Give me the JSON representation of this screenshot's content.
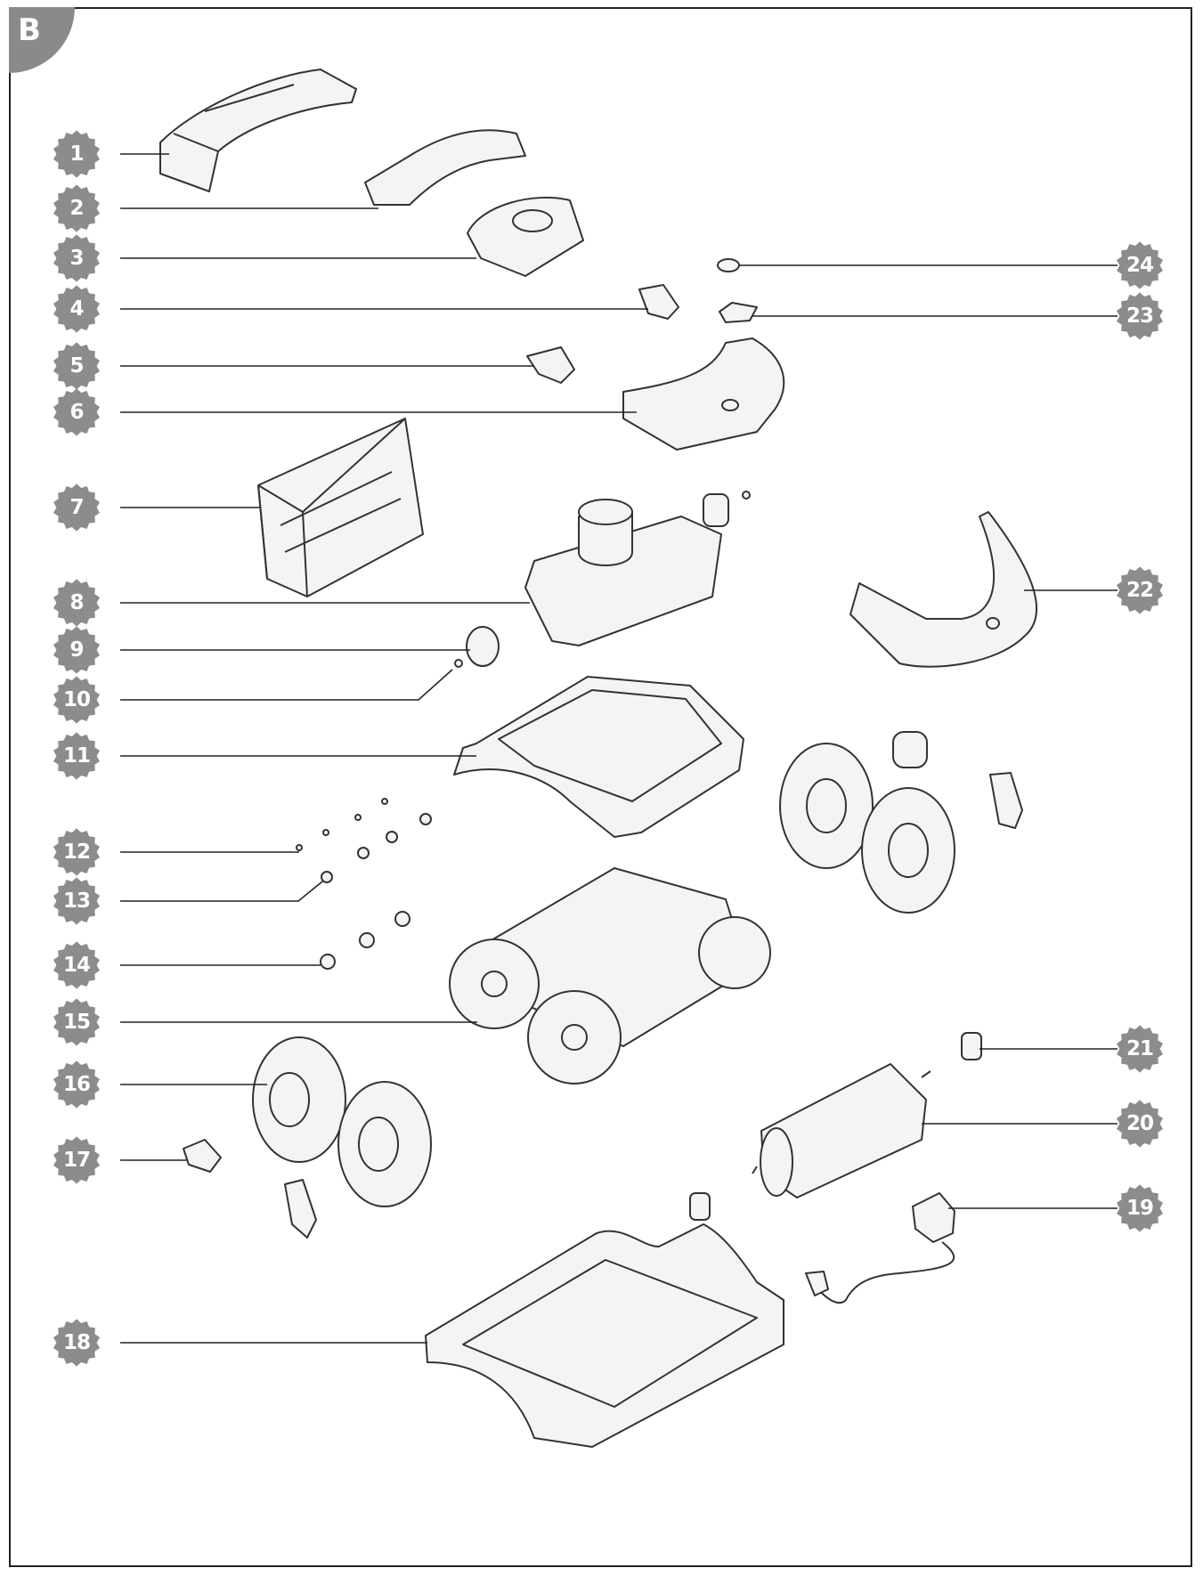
{
  "figure": {
    "section_letter": "B",
    "colors": {
      "badge": "#8c8c8c",
      "badge_text": "#ffffff",
      "line": "#222222",
      "part_stroke": "#333333",
      "part_fill": "#f4f4f4"
    },
    "callouts": [
      {
        "id": 1,
        "label": "1"
      },
      {
        "id": 2,
        "label": "2"
      },
      {
        "id": 3,
        "label": "3"
      },
      {
        "id": 4,
        "label": "4"
      },
      {
        "id": 5,
        "label": "5"
      },
      {
        "id": 6,
        "label": "6"
      },
      {
        "id": 7,
        "label": "7"
      },
      {
        "id": 8,
        "label": "8"
      },
      {
        "id": 9,
        "label": "9"
      },
      {
        "id": 10,
        "label": "10"
      },
      {
        "id": 11,
        "label": "11"
      },
      {
        "id": 12,
        "label": "12"
      },
      {
        "id": 13,
        "label": "13"
      },
      {
        "id": 14,
        "label": "14"
      },
      {
        "id": 15,
        "label": "15"
      },
      {
        "id": 16,
        "label": "16"
      },
      {
        "id": 17,
        "label": "17"
      },
      {
        "id": 18,
        "label": "18"
      },
      {
        "id": 19,
        "label": "19"
      },
      {
        "id": 20,
        "label": "20"
      },
      {
        "id": 21,
        "label": "21"
      },
      {
        "id": 22,
        "label": "22"
      },
      {
        "id": 23,
        "label": "23"
      },
      {
        "id": 24,
        "label": "24"
      }
    ]
  }
}
